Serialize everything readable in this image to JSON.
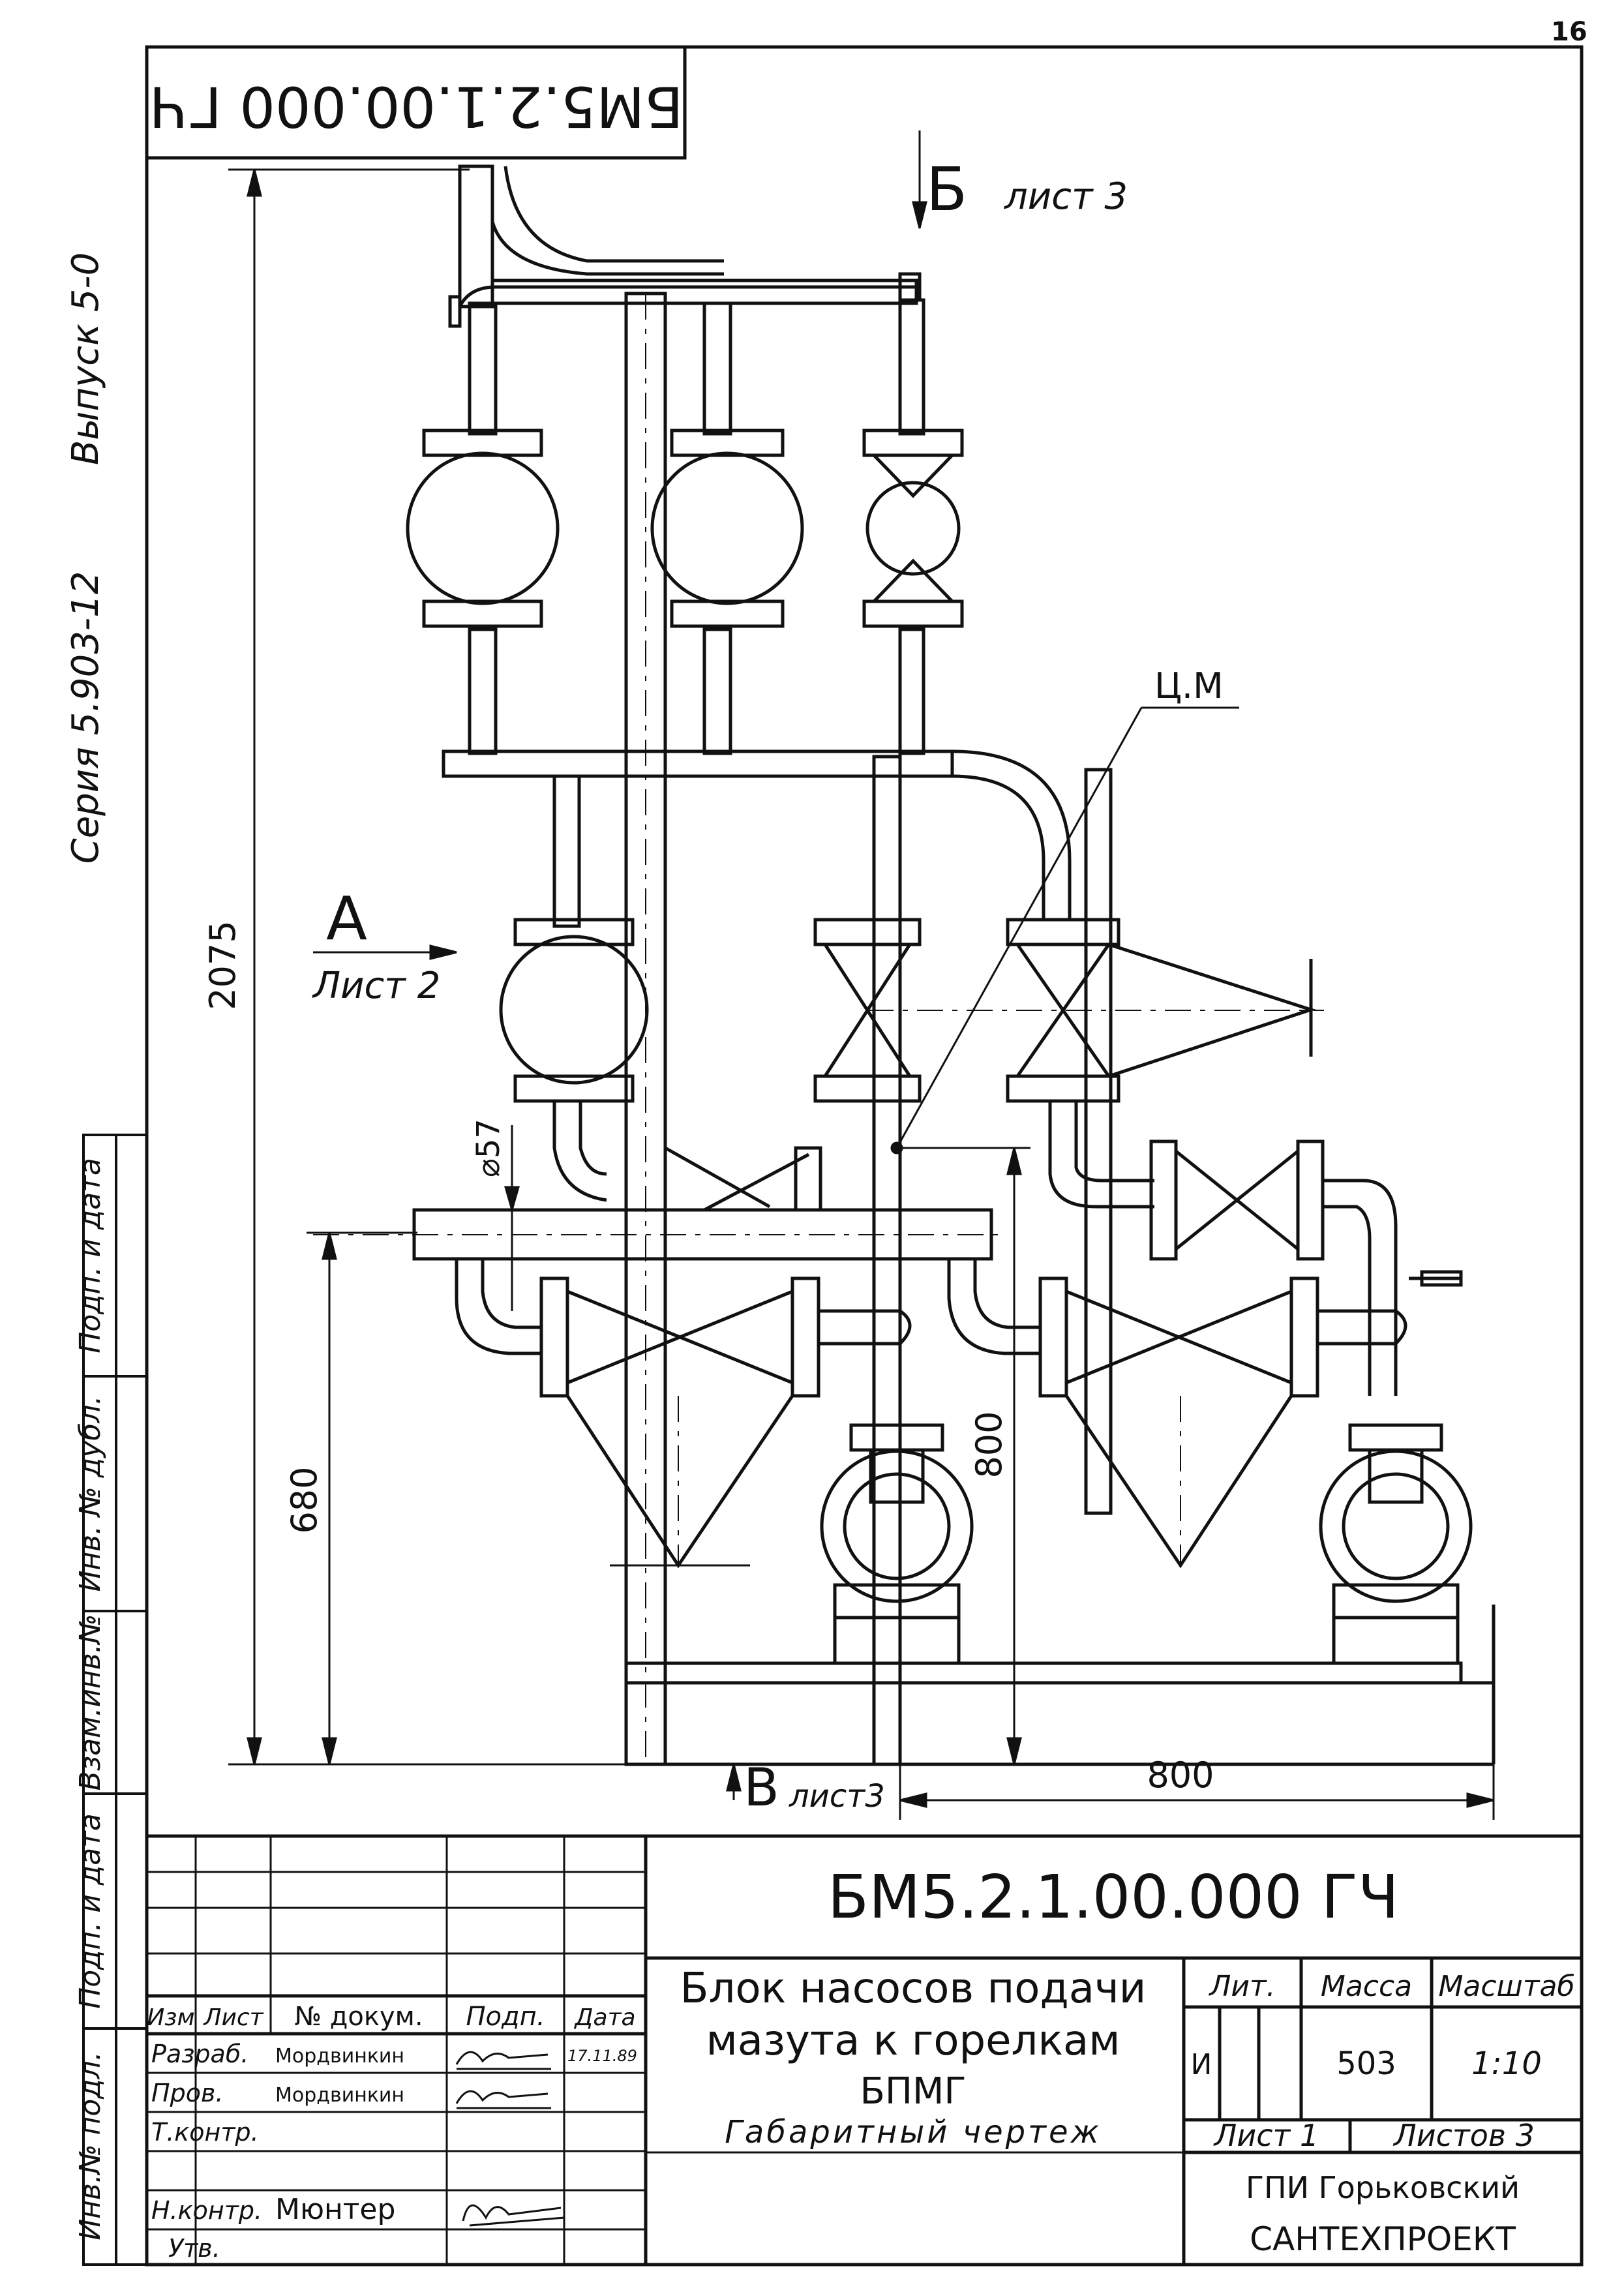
{
  "page": {
    "sheet_number": "16"
  },
  "side": {
    "series": "Серия 5.903-12",
    "issue": "Выпуск 5-0",
    "fields": [
      "Подп. и дата",
      "Инв. № дубл.",
      "Взам.инв.№",
      "Подп. и дата",
      "Инв.№ подл."
    ]
  },
  "top_stamp": "БМ5.2.1.00.000 ГЧ",
  "drawing": {
    "view_b": "Б",
    "view_b_ref": "лист 3",
    "view_a": "А",
    "view_a_ref": "Лист 2",
    "view_v": "В",
    "view_v_ref": "лист3",
    "center_mark": "Ц.М",
    "diameter": "⌀57",
    "dim_height": "2075",
    "dim_680": "680",
    "dim_800_v": "800",
    "dim_800_h": "800"
  },
  "title_block": {
    "designation": "БМ5.2.1.00.000 ГЧ",
    "name_line1": "Блок насосов подачи",
    "name_line2": "мазута к горелкам",
    "name_line3": "БПМГ",
    "doc_type": "Габаритный чертеж",
    "lit_label": "Лит.",
    "mass_label": "Масса",
    "scale_label": "Масштаб",
    "lit_value": "И",
    "mass_value": "503",
    "scale_value": "1:10",
    "sheet_label": "Лист 1",
    "sheets_label": "Листов 3",
    "org_line1": "ГПИ Горьковский",
    "org_line2": "САНТЕХПРОЕКТ",
    "columns": {
      "izm": "Изм",
      "list": "Лист",
      "doc_no": "№ докум.",
      "sign": "Подп.",
      "date": "Дата"
    },
    "roles": [
      {
        "role": "Разраб.",
        "name": "Мордвинкин",
        "date": "17.11.89"
      },
      {
        "role": "Пров.",
        "name": "Мордвинкин",
        "date": ""
      },
      {
        "role": "Т.контр.",
        "name": "",
        "date": ""
      },
      {
        "role": "",
        "name": "",
        "date": ""
      },
      {
        "role": "Н.контр.",
        "name": "Мюнтер",
        "date": ""
      },
      {
        "role": "Утв.",
        "name": "",
        "date": ""
      }
    ]
  }
}
